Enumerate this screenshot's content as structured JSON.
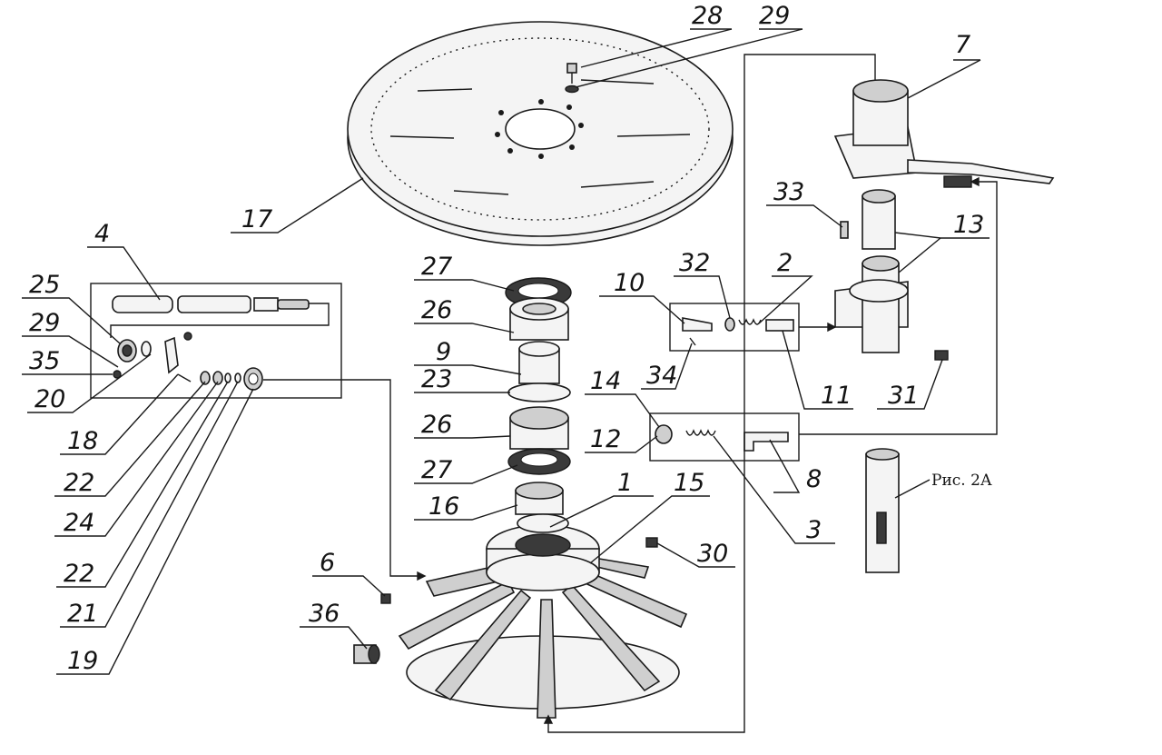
{
  "callouts": [
    {
      "id": "c28",
      "text": "28"
    },
    {
      "id": "c29a",
      "text": "29"
    },
    {
      "id": "c7",
      "text": "7"
    },
    {
      "id": "c17",
      "text": "17"
    },
    {
      "id": "c4",
      "text": "4"
    },
    {
      "id": "c25",
      "text": "25"
    },
    {
      "id": "c29b",
      "text": "29"
    },
    {
      "id": "c35",
      "text": "35"
    },
    {
      "id": "c20",
      "text": "20"
    },
    {
      "id": "c18",
      "text": "18"
    },
    {
      "id": "c22a",
      "text": "22"
    },
    {
      "id": "c24",
      "text": "24"
    },
    {
      "id": "c22b",
      "text": "22"
    },
    {
      "id": "c21",
      "text": "21"
    },
    {
      "id": "c19",
      "text": "19"
    },
    {
      "id": "c27a",
      "text": "27"
    },
    {
      "id": "c26a",
      "text": "26"
    },
    {
      "id": "c9",
      "text": "9"
    },
    {
      "id": "c23",
      "text": "23"
    },
    {
      "id": "c26b",
      "text": "26"
    },
    {
      "id": "c27b",
      "text": "27"
    },
    {
      "id": "c16",
      "text": "16"
    },
    {
      "id": "c1",
      "text": "1"
    },
    {
      "id": "c15",
      "text": "15"
    },
    {
      "id": "c30",
      "text": "30"
    },
    {
      "id": "c6",
      "text": "6"
    },
    {
      "id": "c36",
      "text": "36"
    },
    {
      "id": "c33",
      "text": "33"
    },
    {
      "id": "c13",
      "text": "13"
    },
    {
      "id": "c10",
      "text": "10"
    },
    {
      "id": "c32",
      "text": "32"
    },
    {
      "id": "c2",
      "text": "2"
    },
    {
      "id": "c34",
      "text": "34"
    },
    {
      "id": "c11",
      "text": "11"
    },
    {
      "id": "c31",
      "text": "31"
    },
    {
      "id": "c14",
      "text": "14"
    },
    {
      "id": "c12",
      "text": "12"
    },
    {
      "id": "c8",
      "text": "8"
    },
    {
      "id": "c3",
      "text": "3"
    }
  ],
  "figure_caption": "Рис. 2А"
}
